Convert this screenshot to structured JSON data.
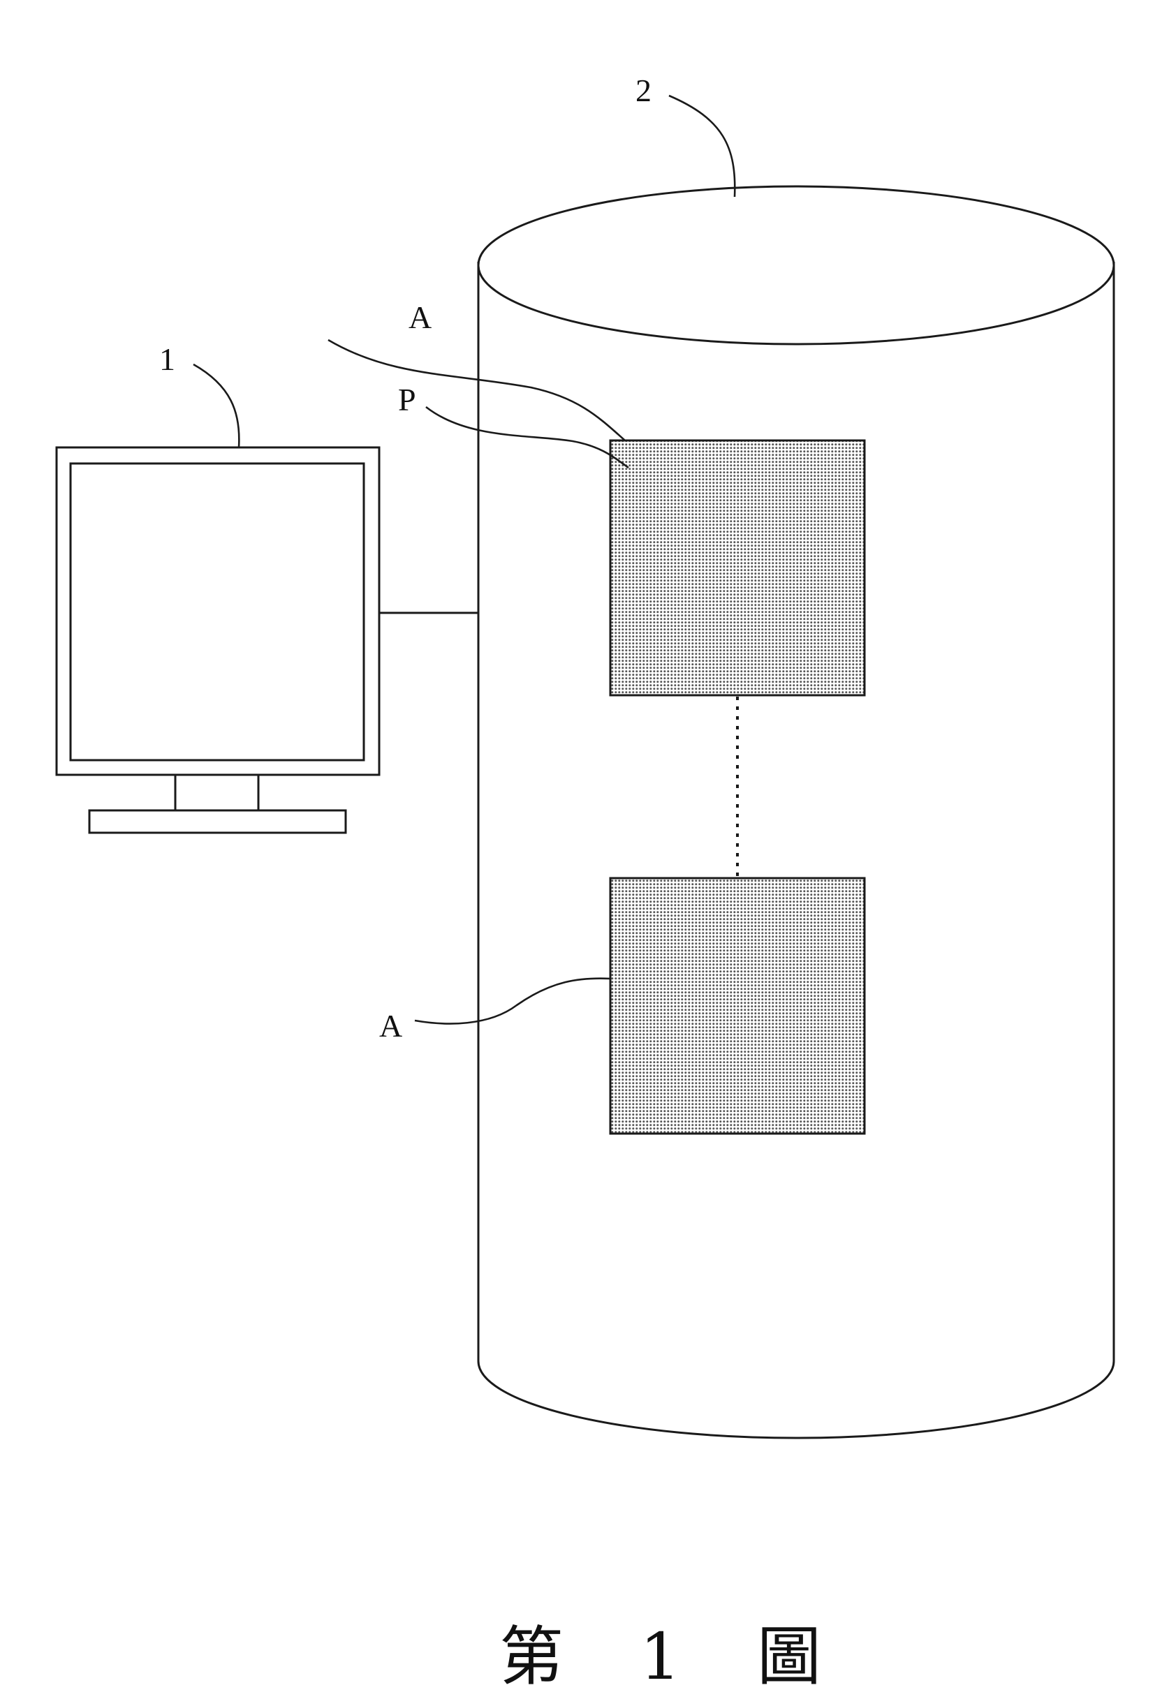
{
  "figure": {
    "caption": "第 1 圖",
    "labels": {
      "monitor": "1",
      "storage": "2",
      "area_top": "A",
      "pattern": "P",
      "area_bottom": "A"
    }
  }
}
